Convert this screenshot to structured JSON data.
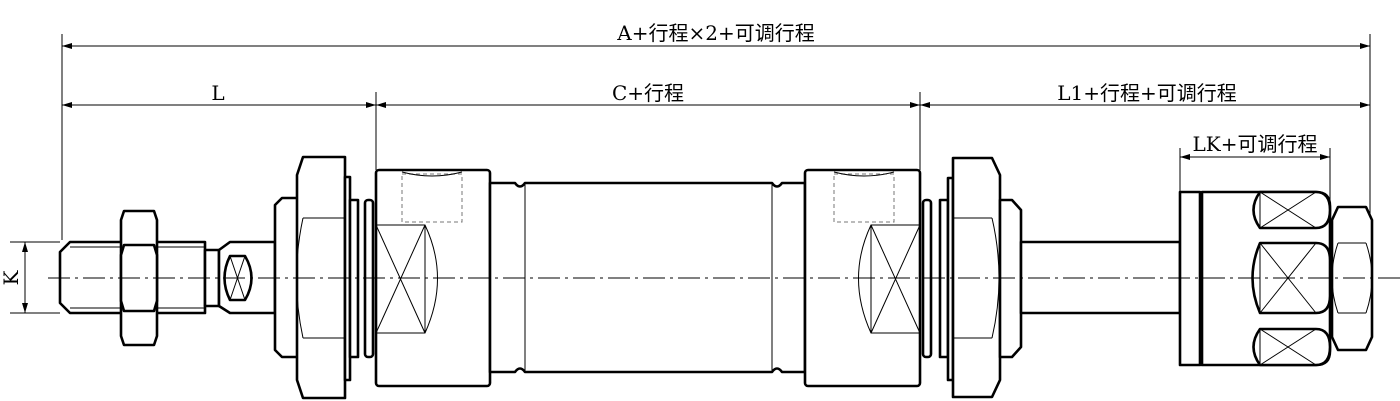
{
  "dimensions": {
    "overall": "A+行程×2+可调行程",
    "left": "L",
    "center": "C+行程",
    "right": "L1+行程+可调行程",
    "adjust": "LK+可调行程",
    "thread": "K"
  }
}
